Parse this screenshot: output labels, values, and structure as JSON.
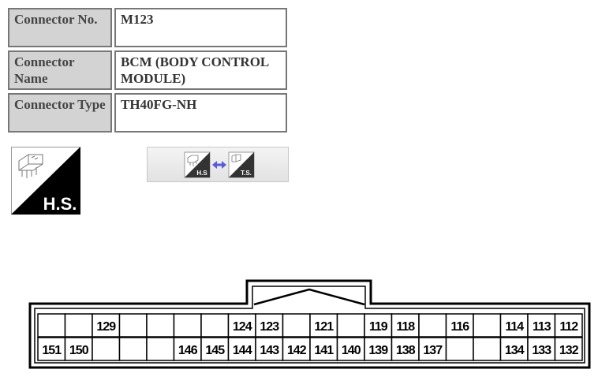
{
  "connector_info": {
    "rows": [
      {
        "label": "Connector No.",
        "value": "M123"
      },
      {
        "label": "Connector Name",
        "value": "BCM (BODY CONTROL MODULE)"
      },
      {
        "label": "Connector Type",
        "value": "TH40FG-NH"
      }
    ]
  },
  "view_icon": {
    "label": "H.S."
  },
  "view_toggle": {
    "from_label": "H.S",
    "to_label": "T.S."
  },
  "connector": {
    "top_row": [
      "",
      "",
      "129",
      "",
      "",
      "",
      "",
      "124",
      "123",
      "",
      "121",
      "",
      "119",
      "118",
      "",
      "116",
      "",
      "114",
      "113",
      "112"
    ],
    "bottom_row": [
      "151",
      "150",
      "",
      "",
      "",
      "146",
      "145",
      "144",
      "143",
      "142",
      "141",
      "140",
      "139",
      "138",
      "137",
      "",
      "",
      "134",
      "133",
      "132"
    ]
  },
  "colors": {
    "label_bg": "#d3d3d3",
    "border": "#777777",
    "connector_line": "#000000"
  }
}
